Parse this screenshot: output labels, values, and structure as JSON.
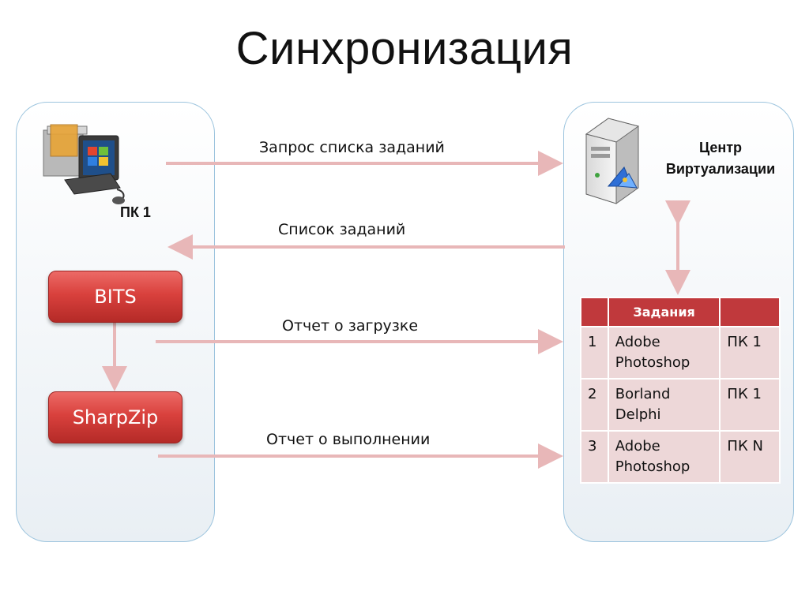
{
  "title": "Синхронизация",
  "left_panel": {
    "pc_label": "ПК 1",
    "bits_label": "BITS",
    "sharpzip_label": "SharpZip"
  },
  "right_panel": {
    "center_label_line1": "Центр",
    "center_label_line2": "Виртуализации"
  },
  "arrows": [
    {
      "label": "Запрос списка заданий",
      "direction": "right"
    },
    {
      "label": "Список заданий",
      "direction": "left"
    },
    {
      "label": "Отчет о загрузке",
      "direction": "right"
    },
    {
      "label": "Отчет о выполнении",
      "direction": "right"
    }
  ],
  "table": {
    "headers": [
      "",
      "Задания",
      ""
    ],
    "rows": [
      {
        "num": "1",
        "task_line1": "Adobe",
        "task_line2": "Photoshop",
        "pc": "ПК 1"
      },
      {
        "num": "2",
        "task_line1": "Borland",
        "task_line2": "Delphi",
        "pc": "ПК 1"
      },
      {
        "num": "3",
        "task_line1": "Adobe",
        "task_line2": "Photoshop",
        "pc": "ПК N"
      }
    ]
  },
  "colors": {
    "arrow": "#e8b7b8",
    "table_header": "#c0393c",
    "table_cell": "#edd7d8",
    "button_red": "#d9413d",
    "panel_border": "#9cc4de"
  },
  "icons": {
    "pc": "workstation-icon",
    "server": "server-icon"
  }
}
